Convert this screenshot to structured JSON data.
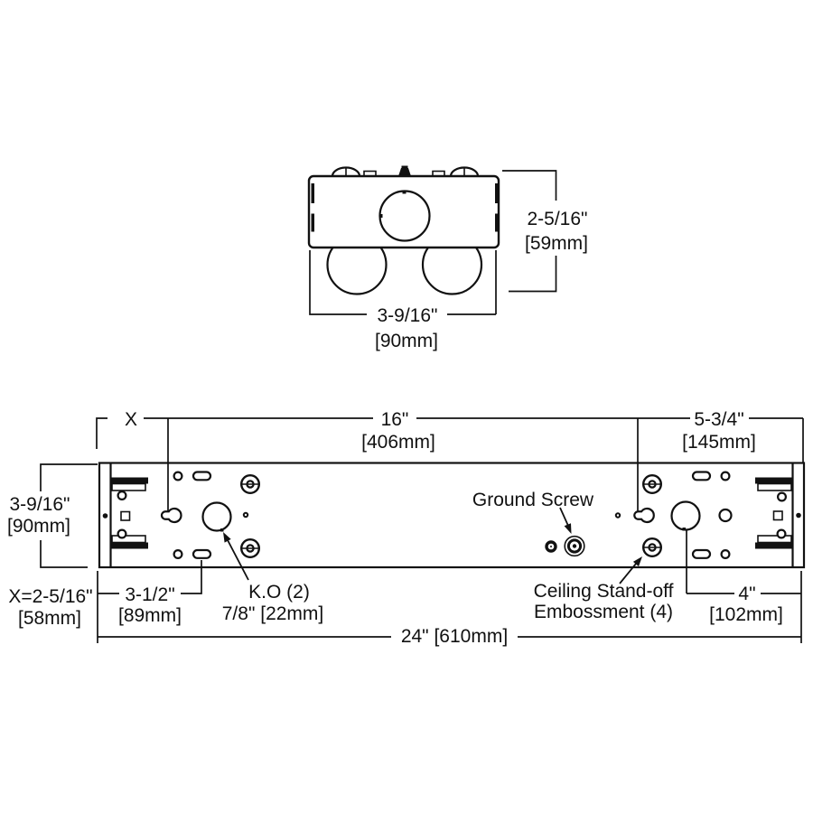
{
  "colors": {
    "line": "#111111",
    "background": "#ffffff"
  },
  "top_view": {
    "height_in": "2-5/16\"",
    "height_mm": "[59mm]",
    "width_in": "3-9/16\"",
    "width_mm": "[90mm]"
  },
  "bottom_view": {
    "x_label": "X",
    "center_span_in": "16\"",
    "center_span_mm": "[406mm]",
    "right_span_in": "5-3/4\"",
    "right_span_mm": "[145mm]",
    "height_in": "3-9/16\"",
    "height_mm": "[90mm]",
    "x_value": "X=2-5/16\"",
    "x_value_mm": "[58mm]",
    "slot_span_in": "3-1/2\"",
    "slot_span_mm": "[89mm]",
    "ko_label_1": "K.O (2)",
    "ko_label_2": "7/8\" [22mm]",
    "ground_screw_label": "Ground Screw",
    "ceiling_label_1": "Ceiling Stand-off",
    "ceiling_label_2": "Embossment (4)",
    "ko_offset_in": "4\"",
    "ko_offset_mm": "[102mm]",
    "total_span": "24\" [610mm]"
  }
}
